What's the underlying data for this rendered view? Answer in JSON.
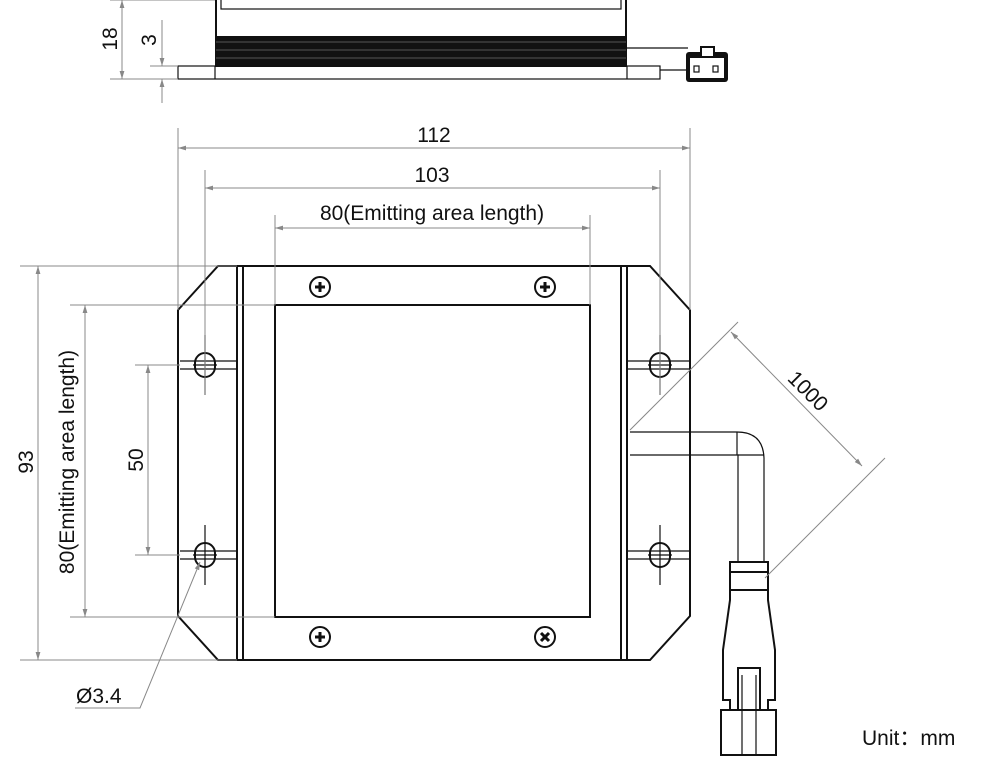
{
  "dimensions": {
    "height_total": "18",
    "base_thickness": "3",
    "width_total": "112",
    "hole_pitch_x": "103",
    "emitting_length_x": "80(Emitting area length)",
    "height_main": "93",
    "emitting_length_y": "80(Emitting area length)",
    "hole_pitch_y": "50",
    "hole_diameter": "Ø3.4",
    "cable_length": "1000"
  },
  "unit_label": "Unit：mm"
}
